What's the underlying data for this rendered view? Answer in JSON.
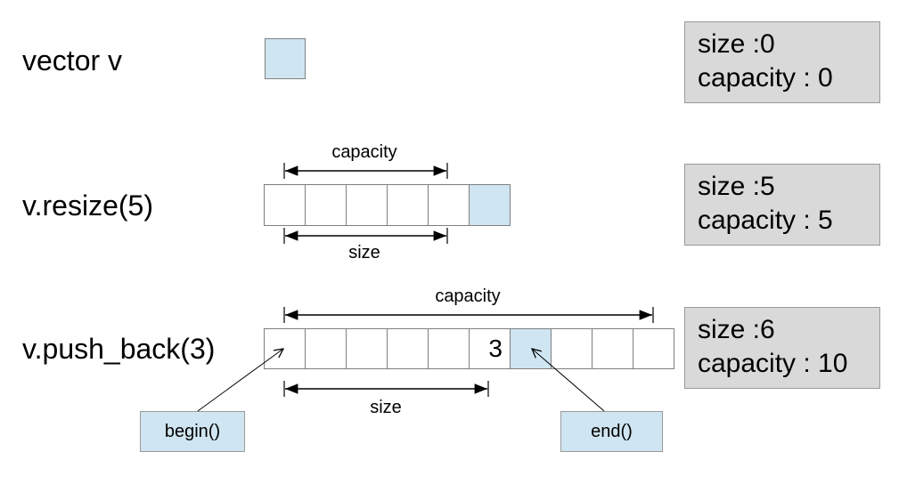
{
  "rows": [
    {
      "label": "vector v",
      "status": {
        "size": "size :0",
        "capacity": "capacity : 0"
      },
      "cells": [
        {
          "value": "",
          "filled": true
        }
      ]
    },
    {
      "label": "v.resize(5)",
      "status": {
        "size": "size :5",
        "capacity": "capacity : 5"
      },
      "top_dim": "capacity",
      "bottom_dim": "size",
      "cells": [
        {
          "value": "",
          "filled": false
        },
        {
          "value": "",
          "filled": false
        },
        {
          "value": "",
          "filled": false
        },
        {
          "value": "",
          "filled": false
        },
        {
          "value": "",
          "filled": false
        },
        {
          "value": "",
          "filled": true
        }
      ]
    },
    {
      "label": "v.push_back(3)",
      "status": {
        "size": "size :6",
        "capacity": "capacity : 10"
      },
      "top_dim": "capacity",
      "bottom_dim": "size",
      "cells": [
        {
          "value": "",
          "filled": false
        },
        {
          "value": "",
          "filled": false
        },
        {
          "value": "",
          "filled": false
        },
        {
          "value": "",
          "filled": false
        },
        {
          "value": "",
          "filled": false
        },
        {
          "value": "3",
          "filled": false
        },
        {
          "value": "",
          "filled": true
        },
        {
          "value": "",
          "filled": false
        },
        {
          "value": "",
          "filled": false
        },
        {
          "value": "",
          "filled": false
        }
      ],
      "callouts": {
        "begin": "begin()",
        "end": "end()"
      }
    }
  ],
  "colors": {
    "cell_fill": "#cfe5f2",
    "status_bg": "#d9d9d9",
    "cell_border": "#7f7f7f"
  }
}
